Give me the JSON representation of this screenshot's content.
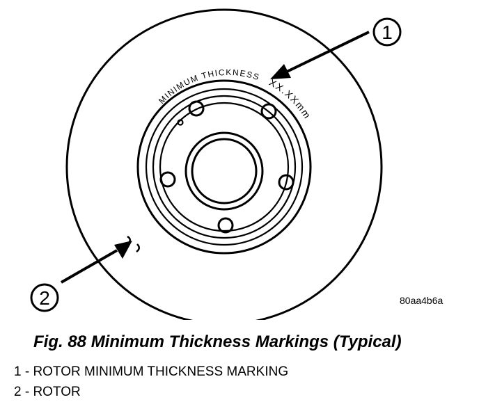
{
  "figure": {
    "image_code": "80aa4b6a",
    "caption": "Fig. 88 Minimum Thickness Markings (Typical)",
    "rotor_marking": "MINIMUM THICKNESS",
    "rotor_value": "XX.XXmm"
  },
  "callouts": [
    {
      "number": "1",
      "text": "1 - ROTOR MINIMUM THICKNESS MARKING"
    },
    {
      "number": "2",
      "text": "2 - ROTOR"
    }
  ],
  "colors": {
    "ink": "#000000",
    "background": "#ffffff"
  }
}
